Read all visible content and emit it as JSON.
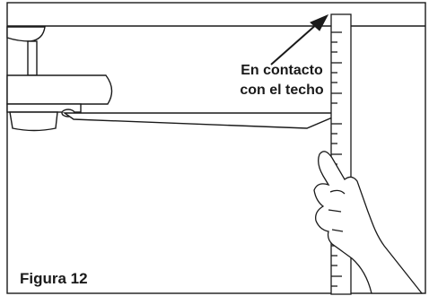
{
  "callout": {
    "line1": "En contacto",
    "line2": "con el techo"
  },
  "figure": {
    "label": "Figura 12"
  }
}
